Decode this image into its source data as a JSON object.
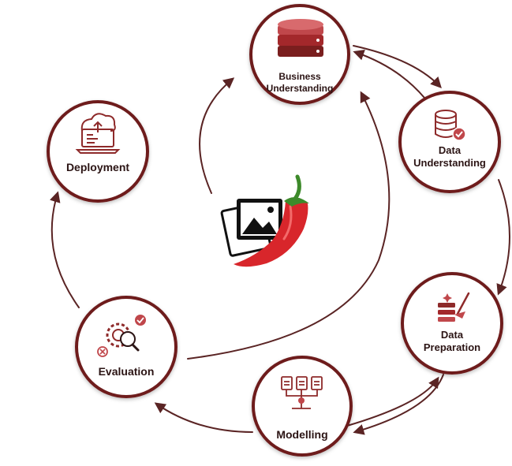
{
  "diagram": {
    "stages": [
      {
        "id": "business-understanding",
        "lines": [
          "Business",
          "Understanding"
        ],
        "icon": "database-icon"
      },
      {
        "id": "data-understanding",
        "lines": [
          "Data",
          "Understanding"
        ],
        "icon": "database-check-icon"
      },
      {
        "id": "data-preparation",
        "lines": [
          "Data",
          "Preparation"
        ],
        "icon": "broom-servers-icon"
      },
      {
        "id": "modelling",
        "lines": [
          "Modelling"
        ],
        "icon": "flowchart-icon"
      },
      {
        "id": "evaluation",
        "lines": [
          "Evaluation"
        ],
        "icon": "gear-magnifier-icon"
      },
      {
        "id": "deployment",
        "lines": [
          "Deployment"
        ],
        "icon": "laptop-cloud-icon"
      }
    ],
    "center_graphic": "chili-pepper-and-photos-icon",
    "colors": {
      "ring": "#6e1f1f",
      "arrow": "#5a2424",
      "icon": "#8e2a2a",
      "icon_light": "#c0474b",
      "pepper": "#d8262b",
      "stem": "#3d8a2a"
    }
  }
}
